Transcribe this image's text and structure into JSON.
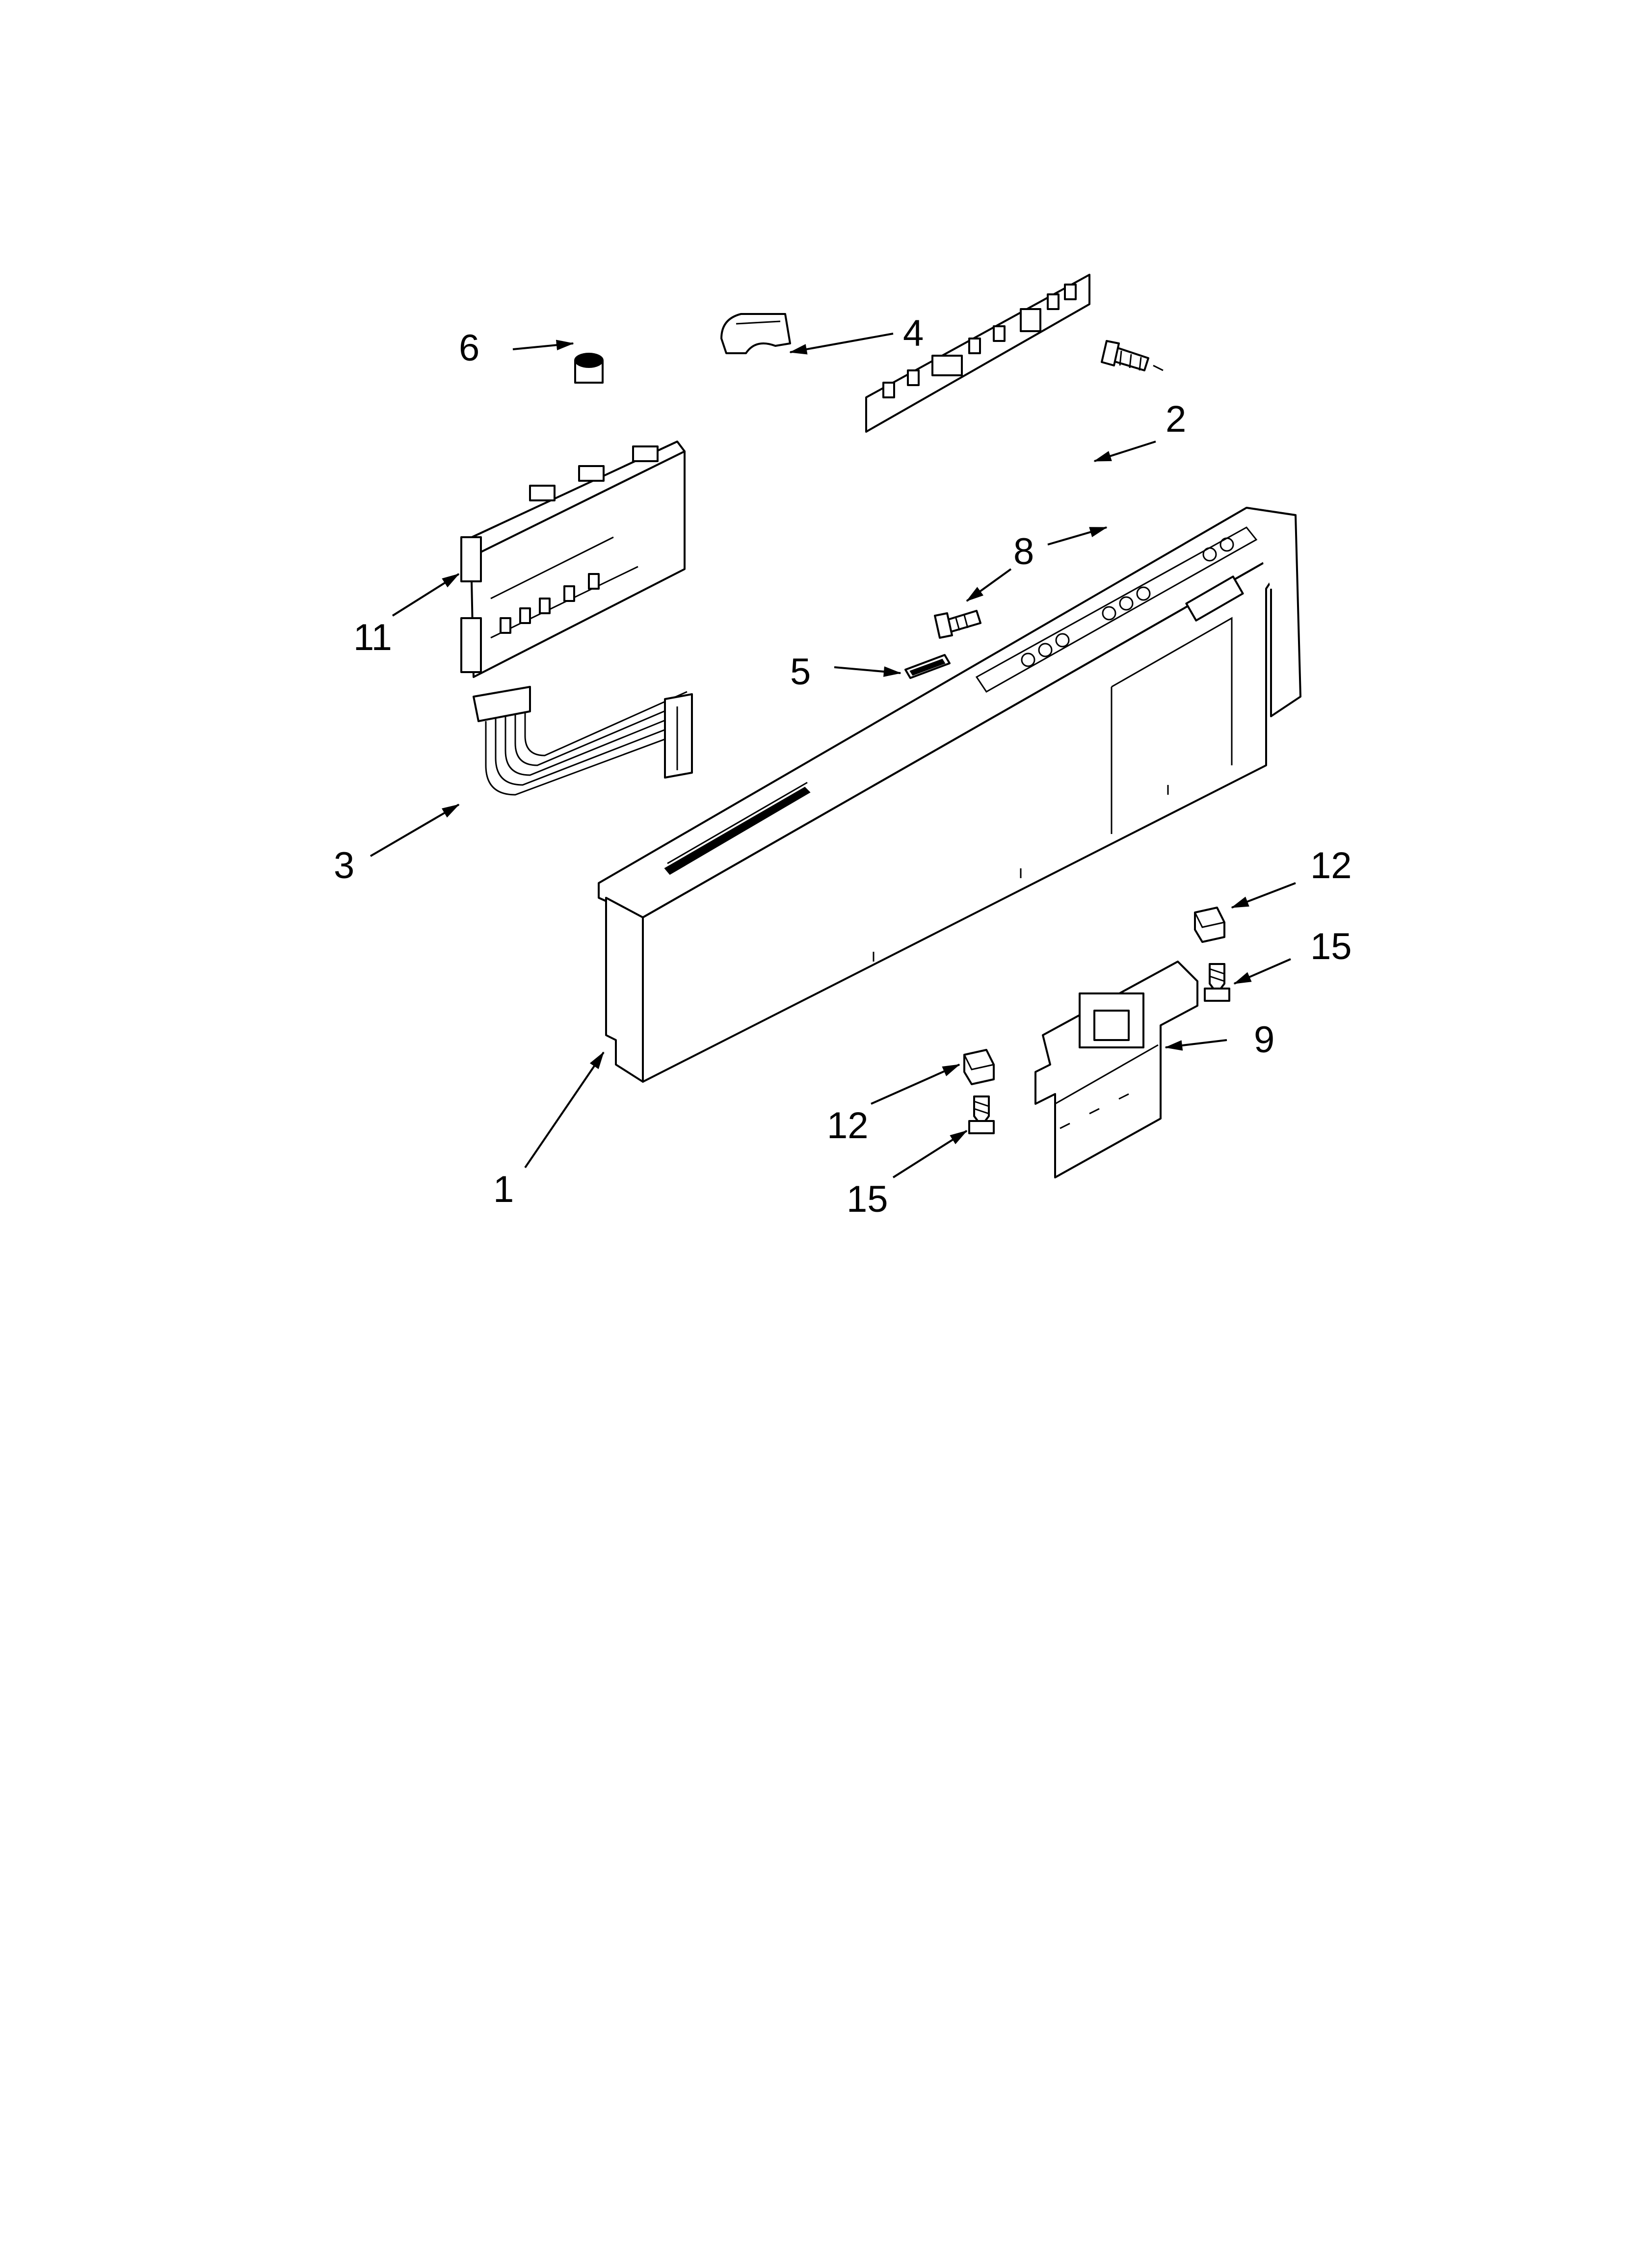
{
  "diagram": {
    "style": {
      "line_color": "#000000",
      "background": "#ffffff"
    },
    "callouts": [
      {
        "id": "1",
        "label": "1"
      },
      {
        "id": "2",
        "label": "2"
      },
      {
        "id": "3",
        "label": "3"
      },
      {
        "id": "4",
        "label": "4"
      },
      {
        "id": "5",
        "label": "5"
      },
      {
        "id": "6",
        "label": "6"
      },
      {
        "id": "8",
        "label": "8"
      },
      {
        "id": "9",
        "label": "9"
      },
      {
        "id": "11",
        "label": "11"
      },
      {
        "id": "12a",
        "label": "12"
      },
      {
        "id": "12b",
        "label": "12"
      },
      {
        "id": "15a",
        "label": "15"
      },
      {
        "id": "15b",
        "label": "15"
      }
    ]
  }
}
